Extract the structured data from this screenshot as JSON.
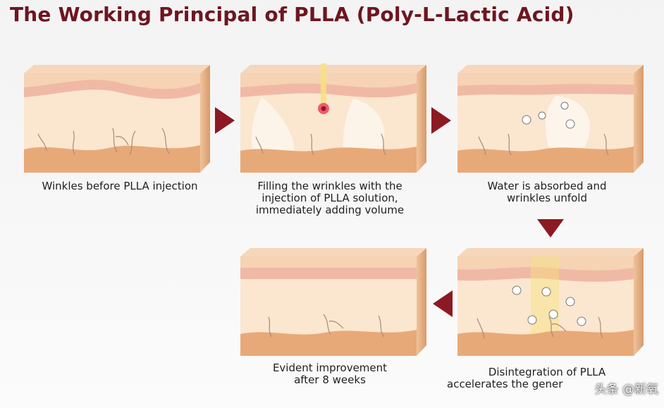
{
  "title": "The Working Principal of PLLA (Poly-L-Lactic Acid)",
  "steps": [
    {
      "lines": [
        "Winkles before PLLA injection"
      ]
    },
    {
      "lines": [
        "Filling the wrinkles with the",
        "injection of PLLA solution,",
        "immediately adding volume"
      ]
    },
    {
      "lines": [
        "Water is absorbed and",
        "wrinkles unfold"
      ]
    },
    {
      "lines": [
        "Disintegration of PLLA",
        "accelerates the gener"
      ]
    },
    {
      "lines": [
        "Evident improvement",
        "after 8 weeks"
      ]
    }
  ],
  "watermark": "头条 @新氧",
  "colors": {
    "title": "#6e1620",
    "arrow": "#8c1a24",
    "skin_top": "#f2c9a4",
    "skin_mid": "#fbe6cf",
    "fat": "#e8a978",
    "vessel": "#a58b7c"
  }
}
